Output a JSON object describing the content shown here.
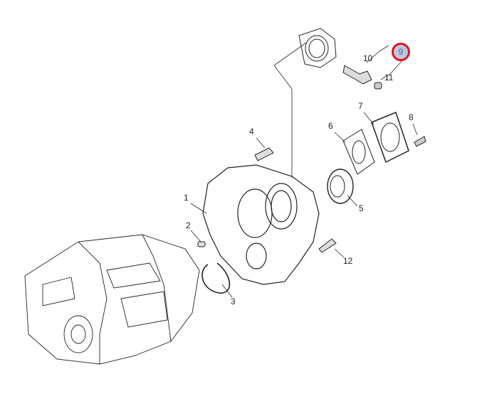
{
  "diagram": {
    "callouts": [
      "1",
      "2",
      "3",
      "4",
      "5",
      "6",
      "7",
      "8",
      "9",
      "10",
      "11",
      "12"
    ],
    "selected_callout": "9",
    "colors": {
      "highlight_ring": "#e0141e",
      "highlight_fill": "#b9c8e0",
      "line": "#222222"
    }
  }
}
